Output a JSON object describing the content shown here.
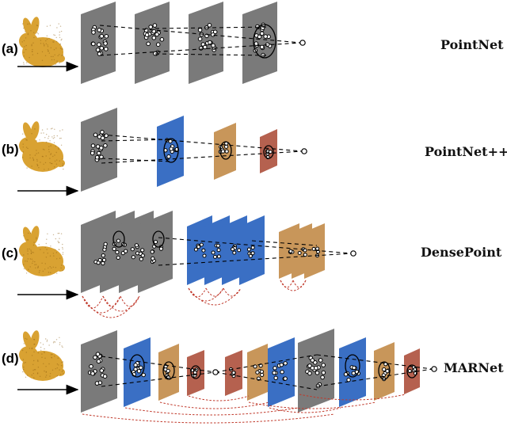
{
  "rows": [
    {
      "label": "(a)",
      "name": "PointNet"
    },
    {
      "label": "(b)",
      "name": "PointNet++"
    },
    {
      "label": "(c)",
      "name": "DensePoint"
    },
    {
      "label": "(d)",
      "name": "MARNet"
    }
  ],
  "colors": {
    "gray_plane": "#7a7a7a",
    "blue_plane": "#3a6fc4",
    "tan_plane": "#c8965a",
    "red_plane": "#b5614f",
    "bunny": "#d9a232",
    "dense_link": "#c0392b"
  }
}
